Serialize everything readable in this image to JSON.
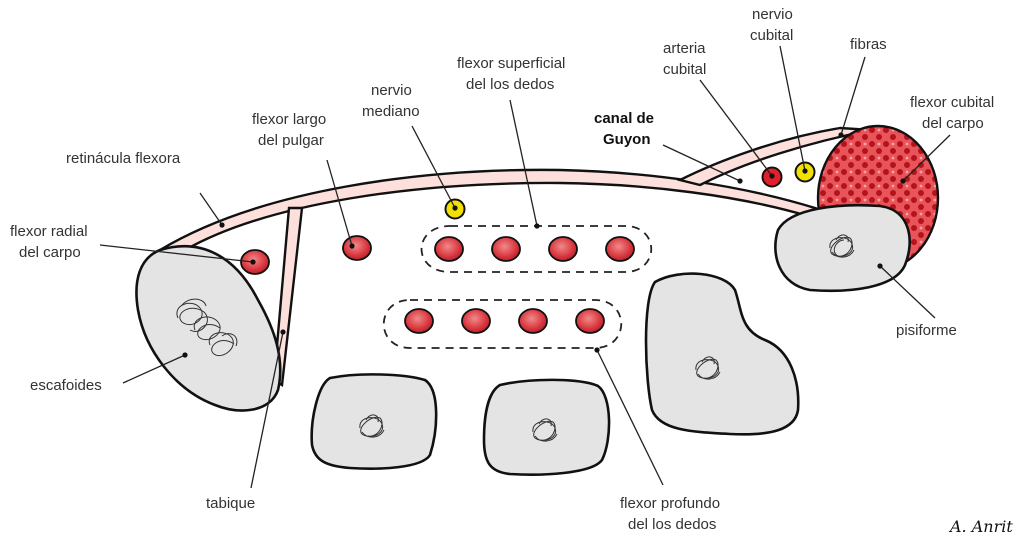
{
  "diagram": {
    "title": "Corte transversal del túnel del carpo y canal de Guyon",
    "colors": {
      "retinaculum": "#fde0dc",
      "bone": "#e4e4e4",
      "tendon": "#d9363e",
      "nerve": "#f2e100",
      "artery": "#e0202a",
      "muscle": "#c8161e"
    },
    "labels": {
      "retinacula_flexora": "retinácula flexora",
      "flexor_radial_l1": "flexor radial",
      "flexor_radial_l2": "del carpo",
      "flexor_largo_l1": "flexor largo",
      "flexor_largo_l2": "del pulgar",
      "nervio_mediano_l1": "nervio",
      "nervio_mediano_l2": "mediano",
      "flexor_superficial_l1": "flexor superficial",
      "flexor_superficial_l2": "del los dedos",
      "canal_guyon_l1": "canal de",
      "canal_guyon_l2": "Guyon",
      "arteria_cubital_l1": "arteria",
      "arteria_cubital_l2": "cubital",
      "nervio_cubital_l1": "nervio",
      "nervio_cubital_l2": "cubital",
      "fibras": "fibras",
      "flexor_cubital_l1": "flexor cubital",
      "flexor_cubital_l2": "del carpo",
      "pisiforme": "pisiforme",
      "escafoides": "escafoides",
      "tabique": "tabique",
      "flexor_profundo_l1": "flexor profundo",
      "flexor_profundo_l2": "del los dedos"
    },
    "signature": "A. Anrit"
  }
}
